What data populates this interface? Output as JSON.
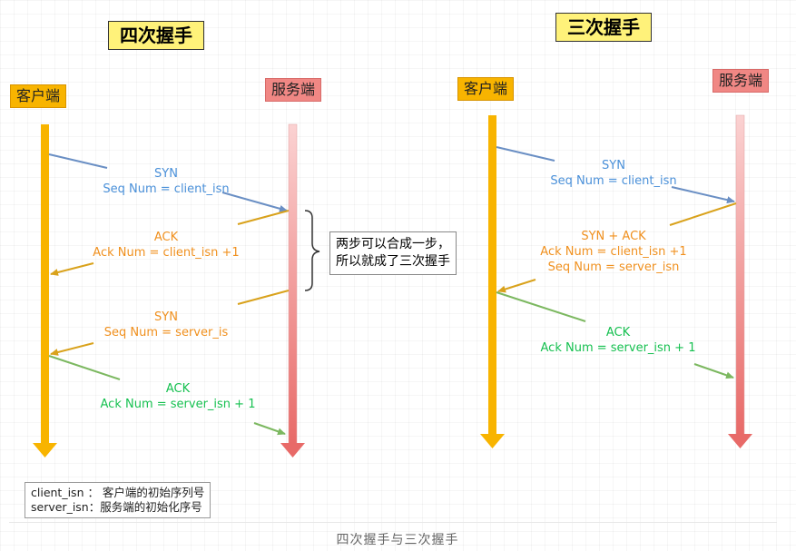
{
  "left": {
    "title": "四次握手",
    "client_label": "客户端",
    "server_label": "服务端",
    "messages": [
      {
        "line1": "SYN",
        "line2": "Seq Num = client_isn"
      },
      {
        "line1": "ACK",
        "line2": "Ack Num =  client_isn +1"
      },
      {
        "line1": "SYN",
        "line2": "Seq Num = server_is"
      },
      {
        "line1": "ACK",
        "line2": "Ack Num = server_isn + 1"
      }
    ],
    "note": {
      "line1": "两步可以合成一步，",
      "line2": "所以就成了三次握手"
    }
  },
  "right": {
    "title": "三次握手",
    "client_label": "客户端",
    "server_label": "服务端",
    "messages": [
      {
        "line1": "SYN",
        "line2": "Seq Num = client_isn"
      },
      {
        "line1": "SYN + ACK",
        "line2": "Ack Num =  client_isn +1",
        "line3": "Seq Num = server_isn"
      },
      {
        "line1": "ACK",
        "line2": "Ack Num = server_isn + 1"
      }
    ]
  },
  "legend": {
    "line1": "client_isn ： 客户端的初始序列号",
    "line2": "server_isn：服务端的初始化序号"
  },
  "caption": "四次握手与三次握手",
  "colors": {
    "syn": "#4a90d9",
    "ack_orange": "#f0901e",
    "ack_green": "#16c050",
    "arrow_blue": "#6a8fc4",
    "arrow_orange": "#d9a21c",
    "arrow_green": "#7cb860",
    "client_bar": "#f8b400",
    "server_bar": "#e86a68"
  }
}
